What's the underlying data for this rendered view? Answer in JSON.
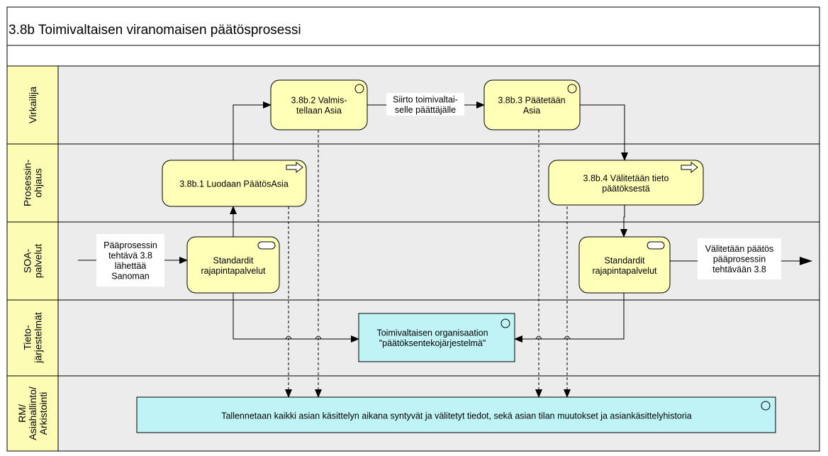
{
  "title": "3.8b Toimivaltaisen viranomaisen päätösprosessi",
  "lanes": [
    {
      "id": "virkailija",
      "lines": [
        "Virkailija"
      ]
    },
    {
      "id": "prosessinohjaus",
      "lines": [
        "Prosessin-",
        "ohjaus"
      ]
    },
    {
      "id": "soa",
      "lines": [
        "SOA-",
        "palvelut"
      ]
    },
    {
      "id": "tieto",
      "lines": [
        "Tieto-",
        "järjestelmät"
      ]
    },
    {
      "id": "rm",
      "lines": [
        "RM/",
        "Asiahallinto/",
        "Arkistointi"
      ]
    }
  ],
  "boxes": {
    "valmistellaan": {
      "lines": [
        "3.8b.2 Valmis-",
        "tellaan Asia"
      ]
    },
    "paatetaan": {
      "lines": [
        "3.8b.3 Päätetään",
        "Asia"
      ]
    },
    "luodaan": {
      "lines": [
        "3.8b.1 Luodaan PäätösAsia"
      ]
    },
    "valitetaan": {
      "lines": [
        "3.8b.4 Välitetään tieto",
        "päätöksestä"
      ]
    },
    "std_left": {
      "lines": [
        "Standardit",
        "rajapintapalvelut"
      ]
    },
    "std_right": {
      "lines": [
        "Standardit",
        "rajapintapalvelut"
      ]
    },
    "organisaatio": {
      "lines": [
        "Toimivaltaisen organisaation",
        "\"päätöksentekojärjestelmä\""
      ]
    },
    "tallennetaan": {
      "lines": [
        "Tallennetaan kaikki asian käsittelyn aikana syntyvät ja välitetyt tiedot, sekä asian tilan muutokset ja asiankäsittelyhistoria"
      ]
    }
  },
  "annotations": {
    "siirto": {
      "lines": [
        "Siirto toimivaltai-",
        "selle päättäjälle"
      ]
    },
    "paaprosessi": {
      "lines": [
        "Pääprosessin",
        "tehtävä 3.8",
        "lähettää",
        "Sanoman"
      ]
    },
    "valitetaan_out": {
      "lines": [
        "Välitetään päätös",
        "pääprosessin",
        "tehtävään 3.8"
      ]
    }
  },
  "colors": {
    "lane_label_bg": "#fcfcb4",
    "lane_bg": "#ececec",
    "task_fill": "#ffffb8",
    "system_fill": "#bff3f6",
    "line": "#000000"
  }
}
